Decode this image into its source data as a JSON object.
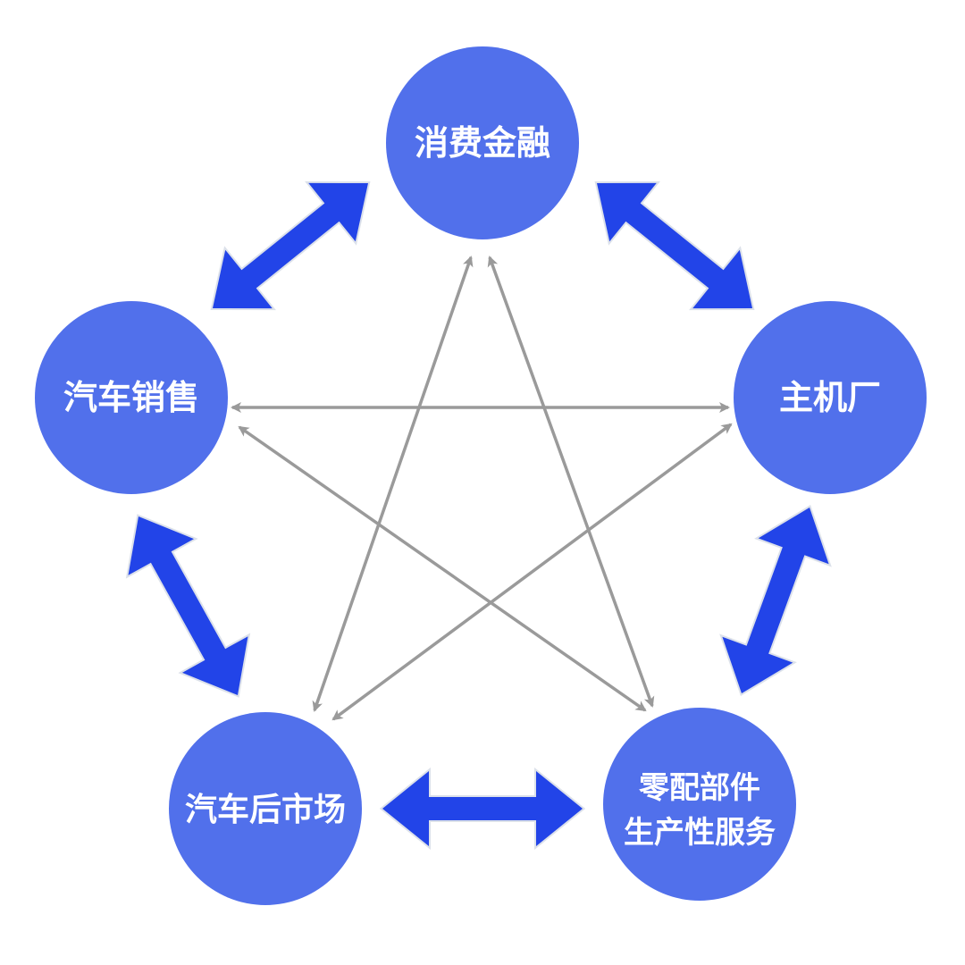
{
  "nodes": {
    "finance": {
      "label": "消费金融"
    },
    "oem": {
      "label": "主机厂"
    },
    "parts": {
      "label_line1": "零配部件",
      "label_line2": "生产性服务"
    },
    "aftermarket": {
      "label": "汽车后市场"
    },
    "sales": {
      "label": "汽车销售"
    }
  },
  "colors": {
    "node_fill": "#5170EB",
    "ring_arrow": "#2244E8",
    "star_arrow": "#9A9A9A",
    "label": "#FFFFFF"
  }
}
